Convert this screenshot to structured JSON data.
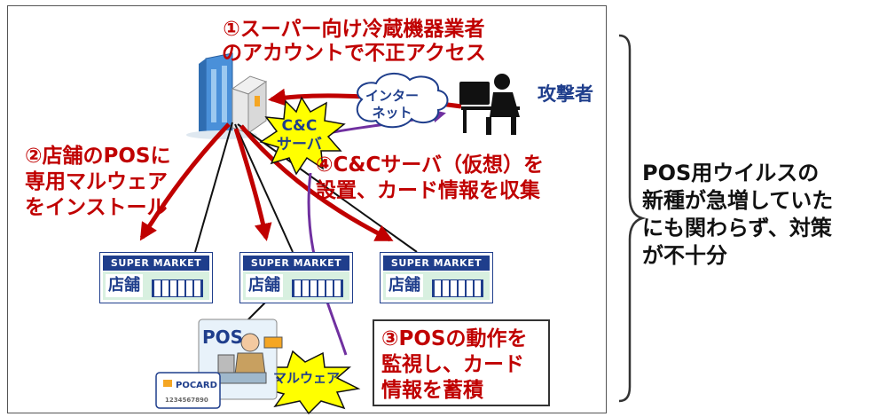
{
  "steps": {
    "step1": {
      "line1": "①スーパー向け冷蔵機器業者",
      "line2": "のアカウントで不正アクセス"
    },
    "step2": {
      "line1": "②店舗のPOSに",
      "line2": "専用マルウェア",
      "line3": "をインストール"
    },
    "step3": {
      "line1": "③POSの動作を",
      "line2": "監視し、カード",
      "line3": "情報を蓄積"
    },
    "step4": {
      "line1": "④C&Cサーバ（仮想）を",
      "line2": "設置、カード情報を収集"
    }
  },
  "attacker_label": "攻撃者",
  "internet": {
    "line1": "インター",
    "line2": "ネット"
  },
  "cc_server": {
    "line1": "C&C",
    "line2": "サーバ"
  },
  "malware_label": "マルウェア",
  "stores": [
    {
      "sign": "SUPER MARKET",
      "name": "店舗"
    },
    {
      "sign": "SUPER MARKET",
      "name": "店舗"
    },
    {
      "sign": "SUPER MARKET",
      "name": "店舗"
    }
  ],
  "pos_label": "POS",
  "card": {
    "brand": "POCARD",
    "number": "1234567890"
  },
  "summary": {
    "line1": "POS用ウイルスの",
    "line2": "新種が急増していた",
    "line3": "にも関わらず、対策",
    "line4": "が不十分"
  },
  "colors": {
    "step_text": "#c00000",
    "navy": "#1f3e8c",
    "malware_path": "#7030a0",
    "burst": "#ffff00"
  }
}
